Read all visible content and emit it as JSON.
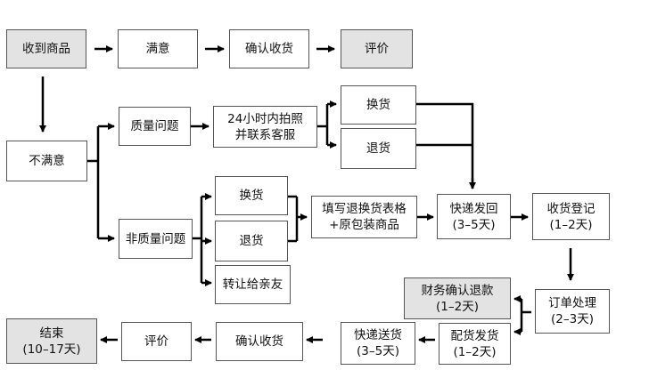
{
  "nodes": {
    "receive_goods": "收到商品",
    "satisfied": "满意",
    "confirm_receipt_top": "确认收货",
    "review_top": "评价",
    "dissatisfied": "不满意",
    "quality_issue": "质量问题",
    "cs_contact": [
      "24小时内拍照",
      "并联系客服"
    ],
    "exchange_a": "换货",
    "return_a": "退货",
    "non_quality_issue": "非质量问题",
    "exchange_b": "换货",
    "return_b": "退货",
    "gift_friend": "转让给亲友",
    "fill_form": [
      "填写退换货表格",
      "+原包装商品"
    ],
    "express_back": [
      "快递发回",
      "(3–5天)"
    ],
    "register_receipt": [
      "收货登记",
      "(1–2天)"
    ],
    "finance_refund": [
      "财务确认退款",
      "(1–2天)"
    ],
    "order_processing": [
      "订单处理",
      "(2–3天)"
    ],
    "ship_goods": [
      "配货发货",
      "(1–2天)"
    ],
    "express_delivery": [
      "快递送货",
      "(3–5天)"
    ],
    "confirm_receipt_bottom": "确认收货",
    "review_bottom": "评价",
    "end": [
      "结束",
      "(10–17天)"
    ]
  }
}
